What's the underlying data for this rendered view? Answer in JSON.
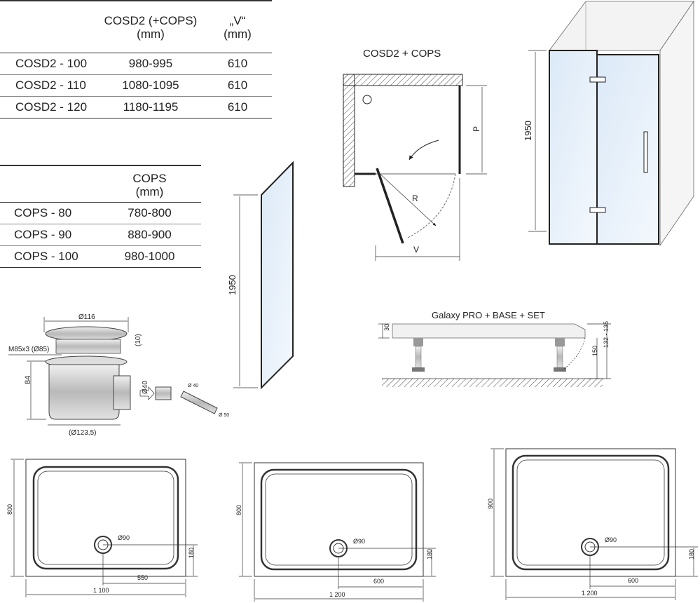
{
  "table1": {
    "headers": [
      "COSD2 (+COPS)",
      "(mm)",
      "„V“",
      "(mm)"
    ],
    "rows": [
      {
        "model": "COSD2 - 100",
        "range": "980-995",
        "v": "610"
      },
      {
        "model": "COSD2 - 110",
        "range": "1080-1095",
        "v": "610"
      },
      {
        "model": "COSD2 - 120",
        "range": "1180-1195",
        "v": "610"
      }
    ]
  },
  "table2": {
    "headers": [
      "COPS",
      "(mm)"
    ],
    "rows": [
      {
        "model": "COPS - 80",
        "range": "780-800"
      },
      {
        "model": "COPS - 90",
        "range": "880-900"
      },
      {
        "model": "COPS - 100",
        "range": "980-1000"
      }
    ]
  },
  "plan": {
    "title": "COSD2 + COPS",
    "p": "P",
    "r": "R",
    "v": "V"
  },
  "door": {
    "height": "1950"
  },
  "panel": {
    "height": "1950"
  },
  "tray_side": {
    "title": "Galaxy PRO + BASE + SET",
    "d30": "30",
    "d132": "132 - 135",
    "d150": "150"
  },
  "drain": {
    "d116": "Ø116",
    "m85": "M85x3 (Ø85)",
    "d10": "(10)",
    "d84": "84",
    "d40": "Ø40",
    "d123": "(Ø123,5)",
    "s40": "Ø 40",
    "s50": "Ø 50"
  },
  "trays": [
    {
      "width": "1 100",
      "depth": "800",
      "drain_x": "550",
      "drain_y": "180",
      "drain_d": "Ø90"
    },
    {
      "width": "1 200",
      "depth": "800",
      "drain_x": "600",
      "drain_y": "180",
      "drain_d": "Ø90"
    },
    {
      "width": "1 200",
      "depth": "900",
      "drain_x": "600",
      "drain_y": "180",
      "drain_d": "Ø90"
    }
  ]
}
